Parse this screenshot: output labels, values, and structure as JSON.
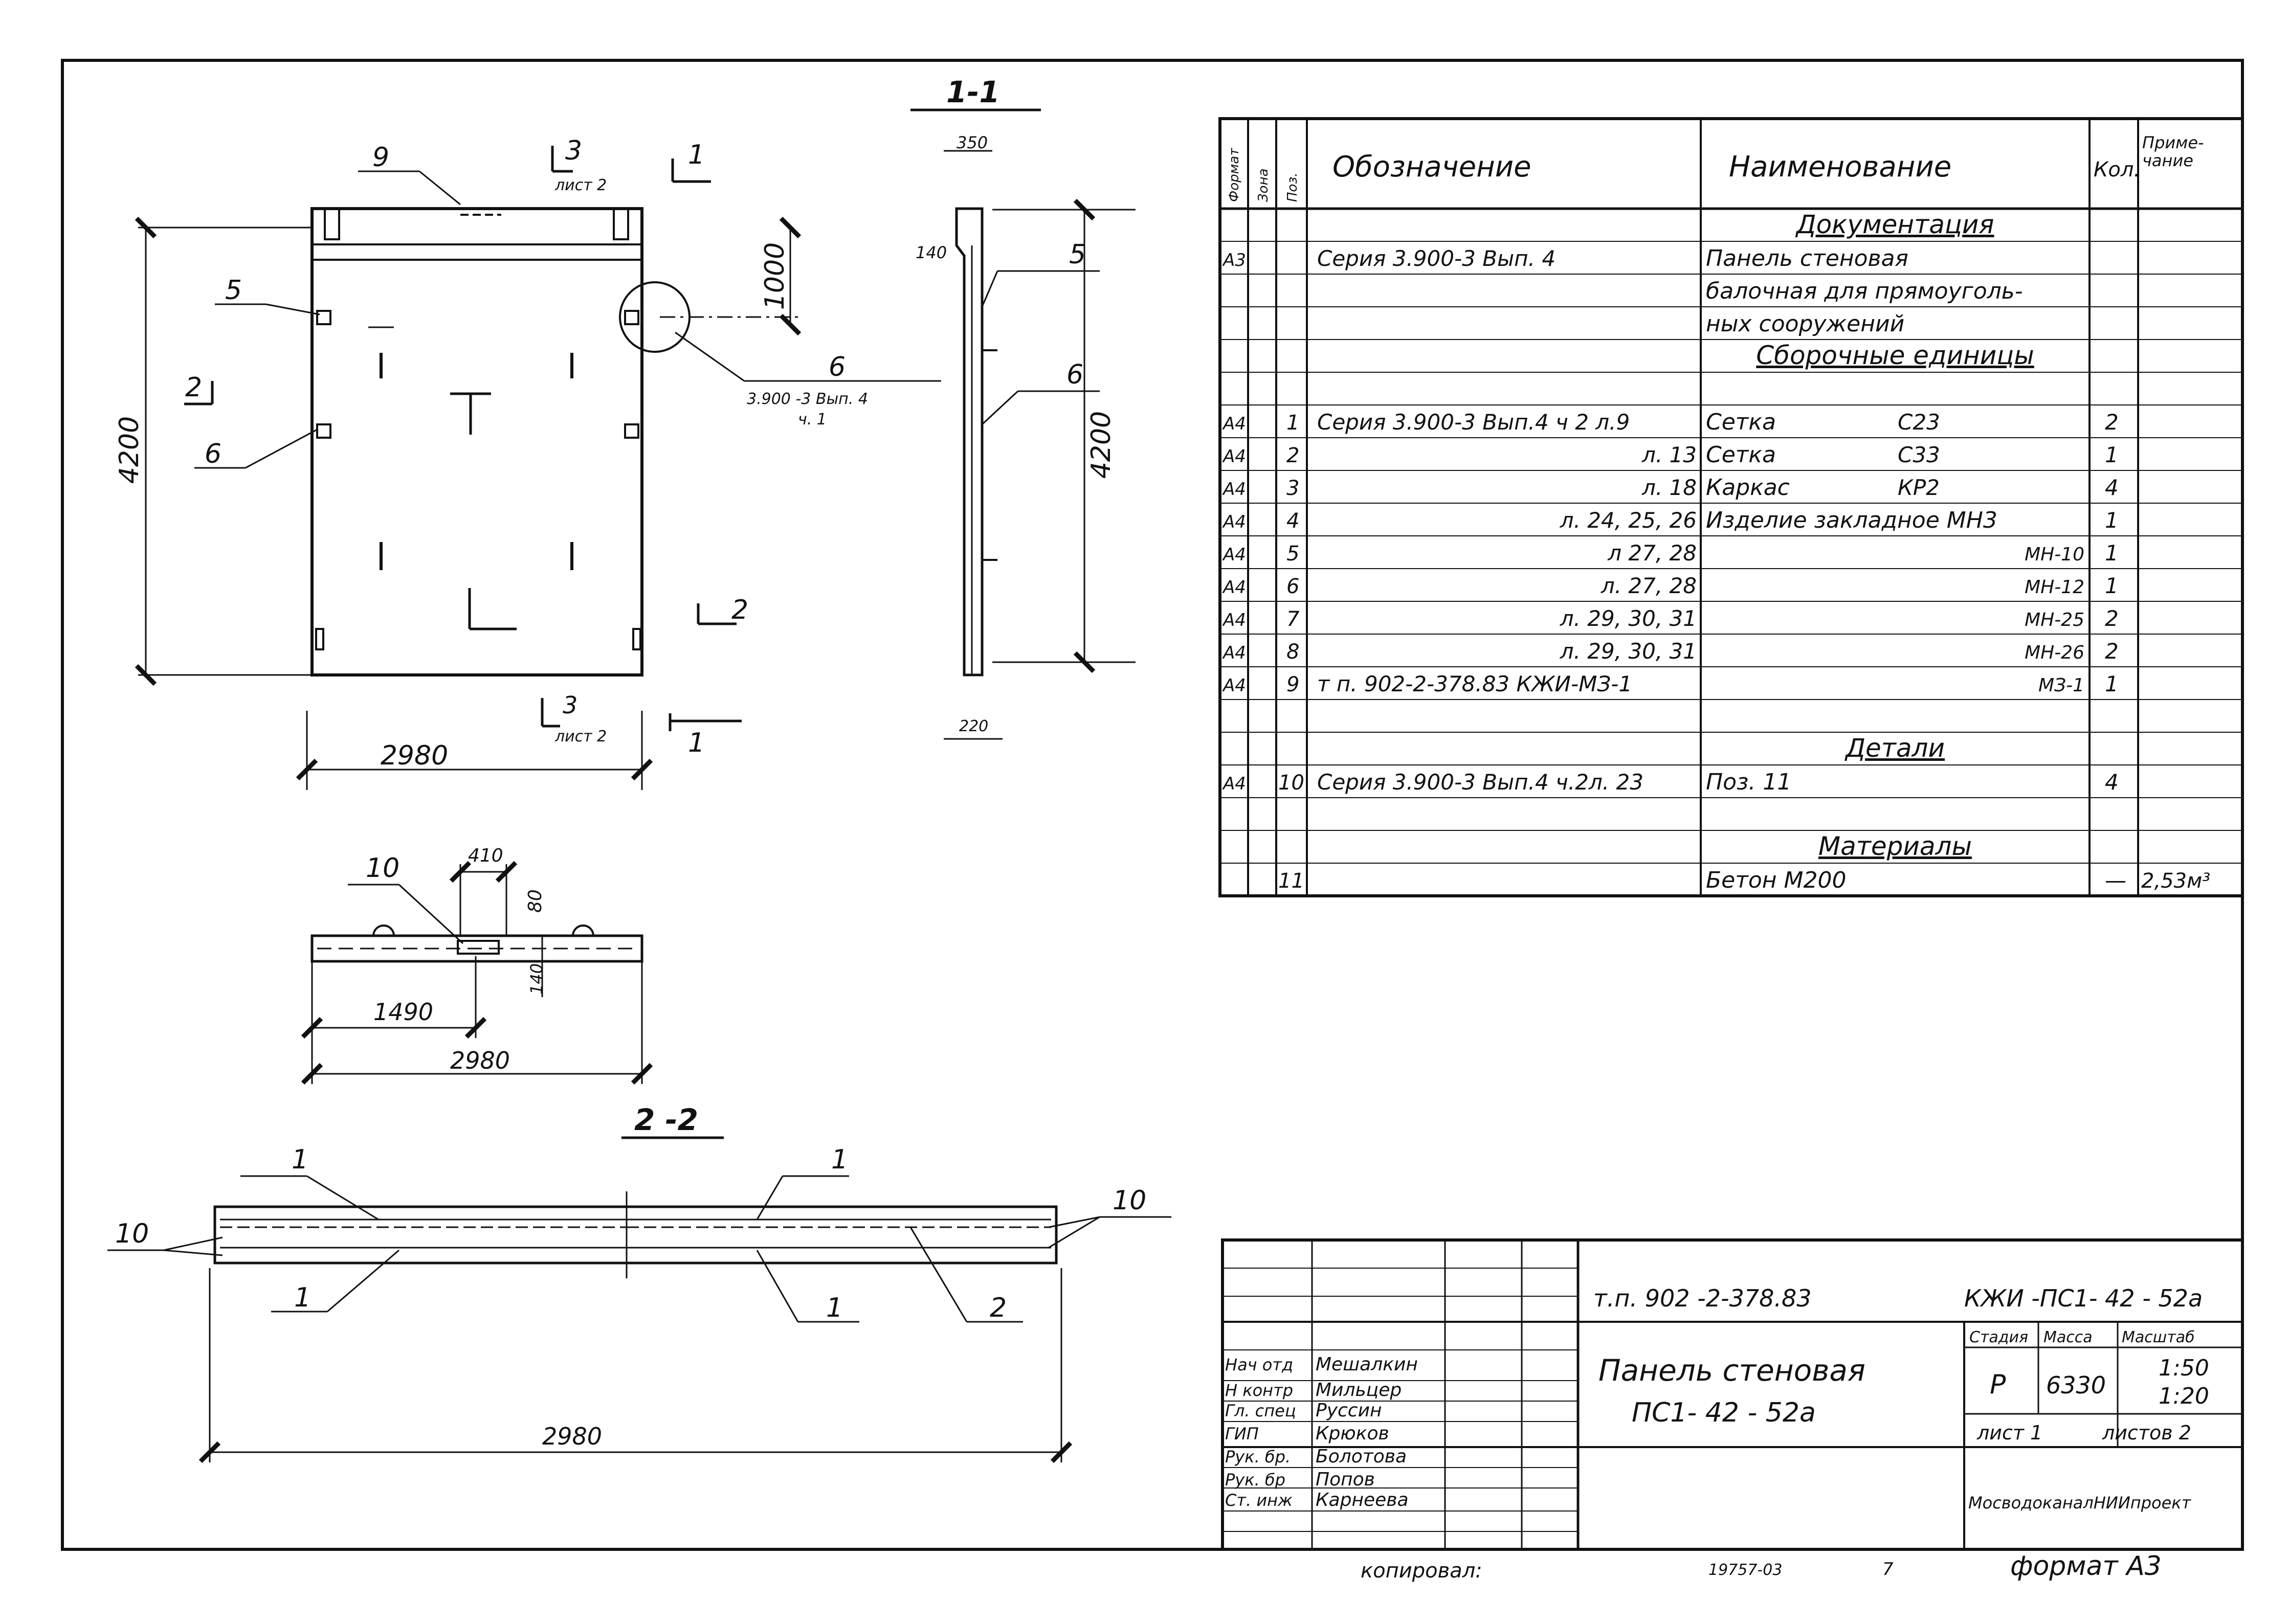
{
  "drawing": {
    "views": {
      "front": {
        "dims": {
          "height": "4200",
          "width": "2980",
          "dim_1000": "1000"
        },
        "callouts": [
          "9",
          "5",
          "6",
          "2",
          "6",
          "2"
        ],
        "section_marks": {
          "s3_top": "3",
          "s3_top_sheet": "лист 2",
          "s1_top": "1",
          "s3_bot": "3",
          "s3_bot_sheet": "лист 2",
          "s1_bot": "1"
        },
        "node_callout": {
          "num": "6",
          "ref": "3.900 -3 Вып. 4",
          "ref2": "ч. 1"
        }
      },
      "section_1_1": {
        "title": "1-1",
        "dim_top": "350",
        "dim_140": "140",
        "callouts": [
          "5",
          "6"
        ],
        "dim_height": "4200",
        "dim_bottom": "220"
      },
      "plan": {
        "callout": "10",
        "dim_410": "410",
        "dim_80": "80",
        "dim_140": "140",
        "dim_1490": "1490",
        "dim_2980": "2980"
      },
      "section_2_2": {
        "title": "2 -2",
        "callouts": [
          "1",
          "1",
          "1",
          "1",
          "2",
          "10",
          "10"
        ],
        "dim_2980": "2980"
      }
    }
  },
  "spec": {
    "headers": {
      "format": "Формат",
      "zone": "Зона",
      "pos": "Поз.",
      "designation": "Обозначение",
      "name": "Наименование",
      "qty": "Кол.",
      "note": "Приме-чание"
    },
    "rows": [
      {
        "fmt": "",
        "pos": "",
        "des": "",
        "name": "Документация",
        "qty": "",
        "note": "",
        "heading": true
      },
      {
        "fmt": "А3",
        "pos": "",
        "des": "Серия 3.900-3 Вып. 4",
        "name": "Панель стеновая",
        "qty": "",
        "note": ""
      },
      {
        "fmt": "",
        "pos": "",
        "des": "",
        "name": "балочная для прямоуголь-",
        "qty": "",
        "note": ""
      },
      {
        "fmt": "",
        "pos": "",
        "des": "",
        "name": "ных сооружений",
        "qty": "",
        "note": ""
      },
      {
        "fmt": "",
        "pos": "",
        "des": "",
        "name": "Сборочные единицы",
        "qty": "",
        "note": "",
        "heading": true
      },
      {
        "fmt": "",
        "pos": "",
        "des": "",
        "name": "",
        "qty": "",
        "note": ""
      },
      {
        "fmt": "А4",
        "pos": "1",
        "des": "Серия 3.900-3 Вып.4 ч 2 л.9",
        "name": "Сетка",
        "name2": "С23",
        "qty": "2",
        "note": ""
      },
      {
        "fmt": "А4",
        "pos": "2",
        "des": "л. 13",
        "name": "Сетка",
        "name2": "С33",
        "qty": "1",
        "note": ""
      },
      {
        "fmt": "А4",
        "pos": "3",
        "des": "л. 18",
        "name": "Каркас",
        "name2": "КР2",
        "qty": "4",
        "note": ""
      },
      {
        "fmt": "А4",
        "pos": "4",
        "des": "л. 24, 25, 26",
        "name": "Изделие закладное МН3",
        "qty": "1",
        "note": ""
      },
      {
        "fmt": "А4",
        "pos": "5",
        "des": "л 27, 28",
        "name": "МН-10",
        "qty": "1",
        "note": "",
        "right": true
      },
      {
        "fmt": "А4",
        "pos": "6",
        "des": "л. 27, 28",
        "name": "МН-12",
        "qty": "1",
        "note": "",
        "right": true
      },
      {
        "fmt": "А4",
        "pos": "7",
        "des": "л. 29, 30, 31",
        "name": "МН-25",
        "qty": "2",
        "note": "",
        "right": true
      },
      {
        "fmt": "А4",
        "pos": "8",
        "des": "л. 29, 30, 31",
        "name": "МН-26",
        "qty": "2",
        "note": "",
        "right": true
      },
      {
        "fmt": "А4",
        "pos": "9",
        "des": "т п. 902-2-378.83 КЖИ-МЗ-1",
        "name": "МЗ-1",
        "qty": "1",
        "note": "",
        "right": true
      },
      {
        "fmt": "",
        "pos": "",
        "des": "",
        "name": "",
        "qty": "",
        "note": ""
      },
      {
        "fmt": "",
        "pos": "",
        "des": "",
        "name": "Детали",
        "qty": "",
        "note": "",
        "heading": true
      },
      {
        "fmt": "А4",
        "pos": "10",
        "des": "Серия 3.900-3 Вып.4 ч.2л. 23",
        "name": "Поз. 11",
        "qty": "4",
        "note": ""
      },
      {
        "fmt": "",
        "pos": "",
        "des": "",
        "name": "",
        "qty": "",
        "note": ""
      },
      {
        "fmt": "",
        "pos": "",
        "des": "",
        "name": "Материалы",
        "qty": "",
        "note": "",
        "heading": true
      },
      {
        "fmt": "",
        "pos": "11",
        "des": "",
        "name": "Бетон М200",
        "qty": "—",
        "note": "2,53м³"
      }
    ]
  },
  "title_block": {
    "project": "т.п. 902 -2-378.83",
    "code": "КЖИ -ПС1- 42 - 52а",
    "title_line1": "Панель стеновая",
    "title_line2": "ПС1- 42 - 52а",
    "stage_label": "Стадия",
    "mass_label": "Масса",
    "scale_label": "Масштаб",
    "stage": "Р",
    "mass": "6330",
    "scale1": "1:50",
    "scale2": "1:20",
    "sheet": "лист 1",
    "sheets": "листов 2",
    "org": "МосводоканалНИИпроект",
    "roles": [
      {
        "role": "Нач отд",
        "name": "Мешалкин"
      },
      {
        "role": "Н контр",
        "name": "Мильцер"
      },
      {
        "role": "Гл. спец",
        "name": "Руссин"
      },
      {
        "role": "ГИП",
        "name": "Крюков"
      },
      {
        "role": "Рук. бр.",
        "name": "Болотова"
      },
      {
        "role": "Рук. бр",
        "name": "Попов"
      },
      {
        "role": "Ст. инж",
        "name": "Карнеева"
      }
    ]
  },
  "footer": {
    "copied": "копировал:",
    "inv": "19757-03",
    "page": "7",
    "format": "формат А3"
  }
}
